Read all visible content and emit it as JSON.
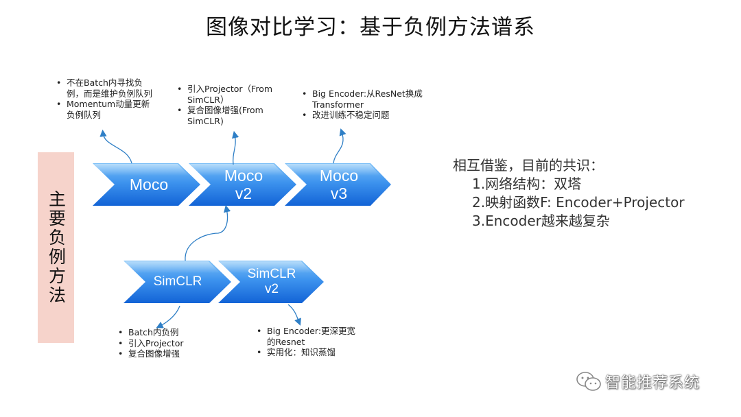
{
  "title": "图像对比学习：基于负例方法谱系",
  "side_label": "主要负例方法",
  "chevrons": {
    "moco": "Moco",
    "moco_v2": "Moco\nv2",
    "moco_v3": "Moco\nv3",
    "simclr": "SimCLR",
    "simclr_v2": "SimCLR\nv2"
  },
  "notes": {
    "moco": [
      "不在Batch内寻找负例，而是维护负例队列",
      "Momentum动量更新负例队列"
    ],
    "moco_v2": [
      "引入Projector（From SimCLR）",
      "复合图像增强(From SimCLR)"
    ],
    "moco_v3": [
      "Big Encoder:从ResNet换成Transformer",
      "改进训练不稳定问题"
    ],
    "simclr": [
      "Batch内负例",
      "引入Projector",
      "复合图像增强"
    ],
    "simclr_v2": [
      "Big Encoder:更深更宽的Resnet",
      "实用化：知识蒸馏"
    ]
  },
  "consensus": {
    "heading": "相互借鉴，目前的共识：",
    "items": [
      "1.网络结构：双塔",
      "2.映射函数F: Encoder+Projector",
      "3.Encoder越来越复杂"
    ]
  },
  "watermark": "智能推荐系统",
  "colors": {
    "chevron_top": "#5fb0f5",
    "chevron_bottom": "#1263d6",
    "band": "#f6d3cb"
  }
}
